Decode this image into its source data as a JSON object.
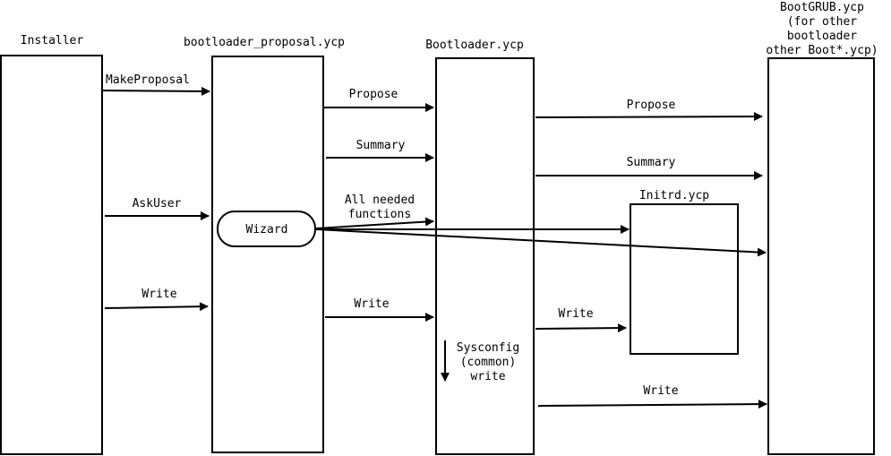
{
  "components": {
    "installer": "Installer",
    "proposal": "bootloader_proposal.ycp",
    "bootloader": "Bootloader.ycp",
    "bootgrub": [
      "BootGRUB.ycp",
      "(for other",
      "bootloader",
      "other Boot*.ycp)"
    ],
    "initrd": "Initrd.ycp",
    "wizard": "Wizard"
  },
  "messages": {
    "make_proposal": "MakeProposal",
    "ask_user": "AskUser",
    "write_installer": "Write",
    "propose_1": "Propose",
    "summary_1": "Summary",
    "all_needed": [
      "All needed",
      "functions"
    ],
    "write_proposal": "Write",
    "propose_2": "Propose",
    "summary_2": "Summary",
    "write_initrd": "Write",
    "write_bootgrub": "Write",
    "sysconfig": [
      "Sysconfig",
      "(common)",
      "write"
    ]
  }
}
